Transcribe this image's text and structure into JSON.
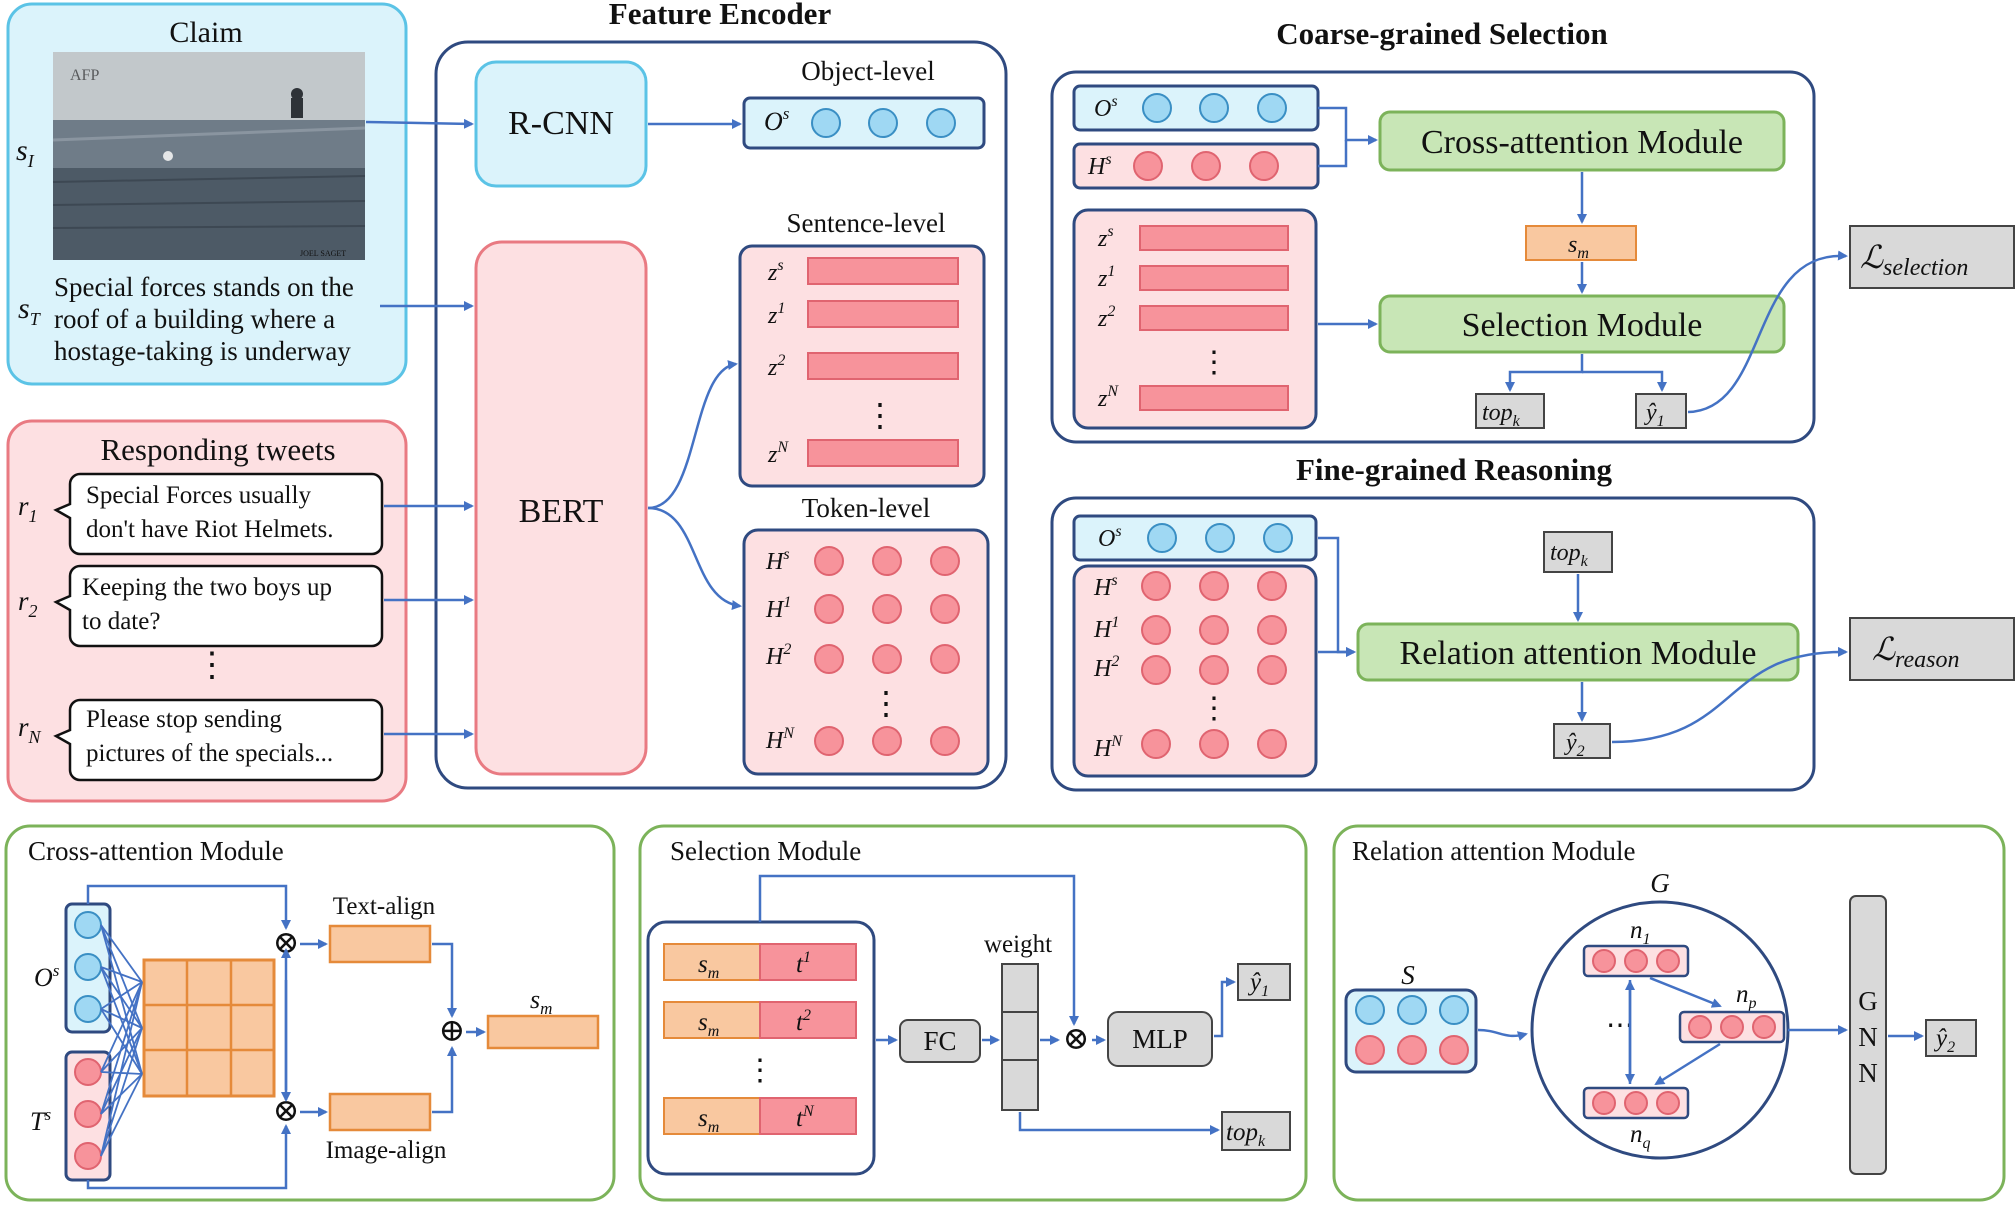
{
  "claim": {
    "title": "Claim",
    "image_label": "s",
    "image_label_sub": "I",
    "text_label": "s",
    "text_label_sub": "T",
    "claim_text": [
      "Special forces stands on the",
      "roof of a building where a",
      "hostage-taking is underway"
    ],
    "photo_watermark": "AFP",
    "photo_credit": "JOEL SAGET"
  },
  "tweets": {
    "title": "Responding tweets",
    "items": [
      {
        "label": "r",
        "sub": "1",
        "lines": [
          "Special Forces usually",
          "don't have Riot Helmets."
        ]
      },
      {
        "label": "r",
        "sub": "2",
        "lines": [
          "Keeping the two boys up",
          "to date?"
        ]
      },
      {
        "label": "r",
        "sub": "N",
        "lines": [
          "Please stop sending",
          "pictures of the specials..."
        ]
      }
    ],
    "ellipsis": "⋮"
  },
  "encoder": {
    "title": "Feature Encoder",
    "rcnn": "R-CNN",
    "bert": "BERT",
    "object_level": "Object-level",
    "sentence_level": "Sentence-level",
    "token_level": "Token-level",
    "o_label": "O",
    "o_sup": "s",
    "z_labels": [
      {
        "base": "z",
        "sup": "s"
      },
      {
        "base": "z",
        "sup": "1"
      },
      {
        "base": "z",
        "sup": "2"
      },
      {
        "base": "z",
        "sup": "N"
      }
    ],
    "h_labels": [
      {
        "base": "H",
        "sup": "s"
      },
      {
        "base": "H",
        "sup": "1"
      },
      {
        "base": "H",
        "sup": "2"
      },
      {
        "base": "H",
        "sup": "N"
      }
    ],
    "ellipsis": "⋮"
  },
  "coarse": {
    "title": "Coarse-grained Selection",
    "cross_module": "Cross-attention Module",
    "selection_module": "Selection Module",
    "o_label": "O",
    "o_sup": "s",
    "h_label": "H",
    "h_sup": "s",
    "sm_base": "s",
    "sm_sub": "m",
    "z_labels": [
      {
        "base": "z",
        "sup": "s"
      },
      {
        "base": "z",
        "sup": "1"
      },
      {
        "base": "z",
        "sup": "2"
      },
      {
        "base": "z",
        "sup": "N"
      }
    ],
    "topk_base": "top",
    "topk_sub": "k",
    "y1_base": "ŷ",
    "y1_sub": "1",
    "loss_base": "ℒ",
    "loss_sub": "selection",
    "ellipsis": "⋮"
  },
  "fine": {
    "title": "Fine-grained Reasoning",
    "relation_module": "Relation attention Module",
    "o_label": "O",
    "o_sup": "s",
    "h_labels": [
      {
        "base": "H",
        "sup": "s"
      },
      {
        "base": "H",
        "sup": "1"
      },
      {
        "base": "H",
        "sup": "2"
      },
      {
        "base": "H",
        "sup": "N"
      }
    ],
    "topk_base": "top",
    "topk_sub": "k",
    "y2_base": "ŷ",
    "y2_sub": "2",
    "loss_base": "ℒ",
    "loss_sub": "reason",
    "ellipsis": "⋮"
  },
  "cross_detail": {
    "title": "Cross-attention Module",
    "o_label": "O",
    "o_sup": "s",
    "t_label": "T",
    "t_sup": "s",
    "text_align": "Text-align",
    "image_align": "Image-align",
    "sm_base": "s",
    "sm_sub": "m",
    "otimes": "⊗",
    "oplus": "⊕"
  },
  "selection_detail": {
    "title": "Selection Module",
    "rows": [
      {
        "s_base": "s",
        "s_sub": "m",
        "t_base": "t",
        "t_sup": "1"
      },
      {
        "s_base": "s",
        "s_sub": "m",
        "t_base": "t",
        "t_sup": "2"
      },
      {
        "s_base": "s",
        "s_sub": "m",
        "t_base": "t",
        "t_sup": "N"
      }
    ],
    "fc": "FC",
    "weight": "weight",
    "mlp": "MLP",
    "y1_base": "ŷ",
    "y1_sub": "1",
    "topk_base": "top",
    "topk_sub": "k",
    "otimes": "⊗",
    "ellipsis": "⋮"
  },
  "relation_detail": {
    "title": "Relation attention Module",
    "s_label": "S",
    "g_label": "G",
    "n1_base": "n",
    "n1_sub": "1",
    "np_base": "n",
    "np_sub": "p",
    "nq_base": "n",
    "nq_sub": "q",
    "gnn_letters": [
      "G",
      "N",
      "N"
    ],
    "y2_base": "ŷ",
    "y2_sub": "2",
    "hdots": "⋯"
  },
  "colors": {
    "blue_panel": "#dbf3fb",
    "blue_border": "#5bc3e6",
    "pink_panel": "#fde0e2",
    "pink_border": "#e97a82",
    "navy_border": "#2f4a80",
    "green_fill": "#c8e6b6",
    "green_border": "#7cb35a",
    "orange_fill": "#f9c8a0",
    "orange_border": "#e58a3a",
    "red_bar": "#f7939b",
    "blue_circle": "#9fd8f3",
    "gray_box": "#d9d9d9",
    "arrow": "#4472c4"
  }
}
